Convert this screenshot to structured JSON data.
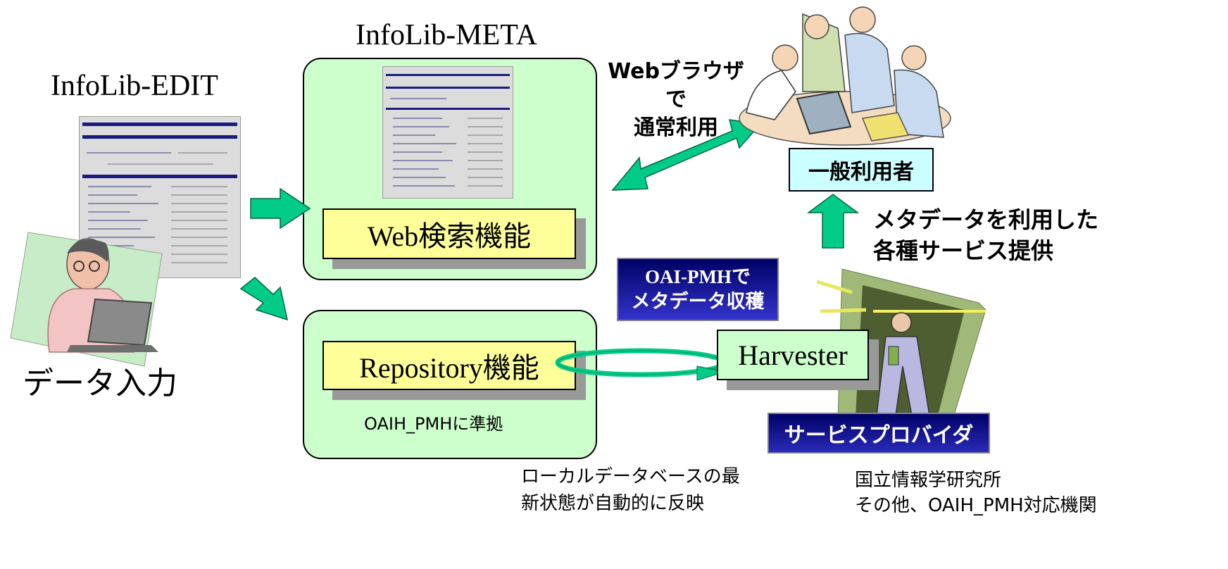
{
  "edit": {
    "title": "InfoLib-EDIT",
    "caption": "データ入力"
  },
  "meta": {
    "title": "InfoLib-META",
    "web_search": "Web検索機能",
    "repository": "Repository機能",
    "repository_note": "OAIH_PMHに準拠",
    "auto_reflect_line1": "ローカルデータベースの最",
    "auto_reflect_line2": "新状態が自動的に反映"
  },
  "browser_note": {
    "line1": "Webブラウザで",
    "line2": "通常利用"
  },
  "general_user": "一般利用者",
  "service_note": {
    "line1": "メタデータを利用した",
    "line2": "各種サービス提供"
  },
  "harvest_badge": {
    "line1": "OAI-PMHで",
    "line2": "メタデータ収穫"
  },
  "harvester": "Harvester",
  "service_provider": "サービスプロバイダ",
  "institutions": {
    "line1": "国立情報学研究所",
    "line2": "その他、OAIH_PMH対応機関"
  },
  "colors": {
    "panel": "#ccffcc",
    "highlight": "#ffff99",
    "arrow": "#00cc88",
    "user_box": "#ccffff",
    "navy_gradient_top": "#000066",
    "navy_gradient_bottom": "#3333cc"
  },
  "illustrations": [
    "data-entry-person-clipart",
    "meeting-group-clipart",
    "service-provider-clipart"
  ]
}
